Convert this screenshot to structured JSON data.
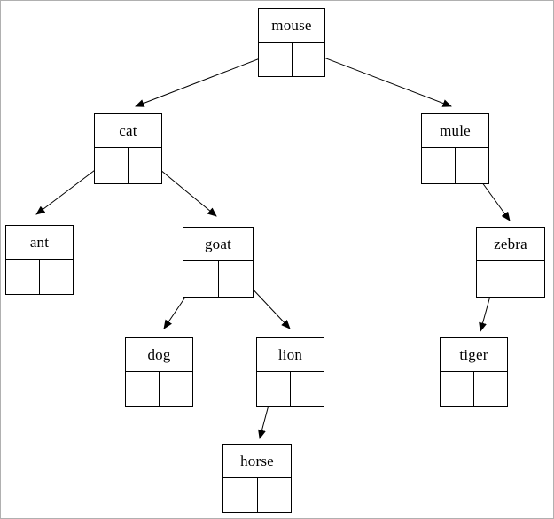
{
  "diagram": {
    "type": "binary-tree",
    "nodes": [
      {
        "id": "mouse",
        "label": "mouse"
      },
      {
        "id": "cat",
        "label": "cat"
      },
      {
        "id": "mule",
        "label": "mule"
      },
      {
        "id": "ant",
        "label": "ant"
      },
      {
        "id": "goat",
        "label": "goat"
      },
      {
        "id": "zebra",
        "label": "zebra"
      },
      {
        "id": "dog",
        "label": "dog"
      },
      {
        "id": "lion",
        "label": "lion"
      },
      {
        "id": "tiger",
        "label": "tiger"
      },
      {
        "id": "horse",
        "label": "horse"
      }
    ],
    "edges": [
      {
        "from": "mouse",
        "pointer": "left",
        "to": "cat"
      },
      {
        "from": "mouse",
        "pointer": "right",
        "to": "mule"
      },
      {
        "from": "cat",
        "pointer": "left",
        "to": "ant"
      },
      {
        "from": "cat",
        "pointer": "right",
        "to": "goat"
      },
      {
        "from": "mule",
        "pointer": "right",
        "to": "zebra"
      },
      {
        "from": "goat",
        "pointer": "left",
        "to": "dog"
      },
      {
        "from": "goat",
        "pointer": "right",
        "to": "lion"
      },
      {
        "from": "zebra",
        "pointer": "left",
        "to": "tiger"
      },
      {
        "from": "lion",
        "pointer": "left",
        "to": "horse"
      }
    ],
    "colors": {
      "node_border": "#000000",
      "background": "#ffffff",
      "arrow": "#000000"
    }
  }
}
